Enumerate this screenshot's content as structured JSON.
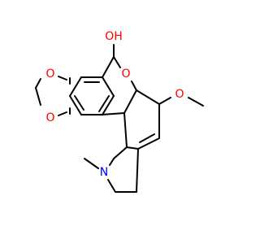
{
  "structure": {
    "atom_labels": {
      "hydroxyl": "OH",
      "pyran_oxygen": "O",
      "methoxy_oxygen": "O",
      "dioxole_oxygen_top": "O",
      "dioxole_oxygen_bottom": "O",
      "nitrogen": "N"
    },
    "colors": {
      "bond": "#000000",
      "oxygen": "#ff0000",
      "nitrogen": "#0000ff",
      "background": "#ffffff"
    }
  }
}
